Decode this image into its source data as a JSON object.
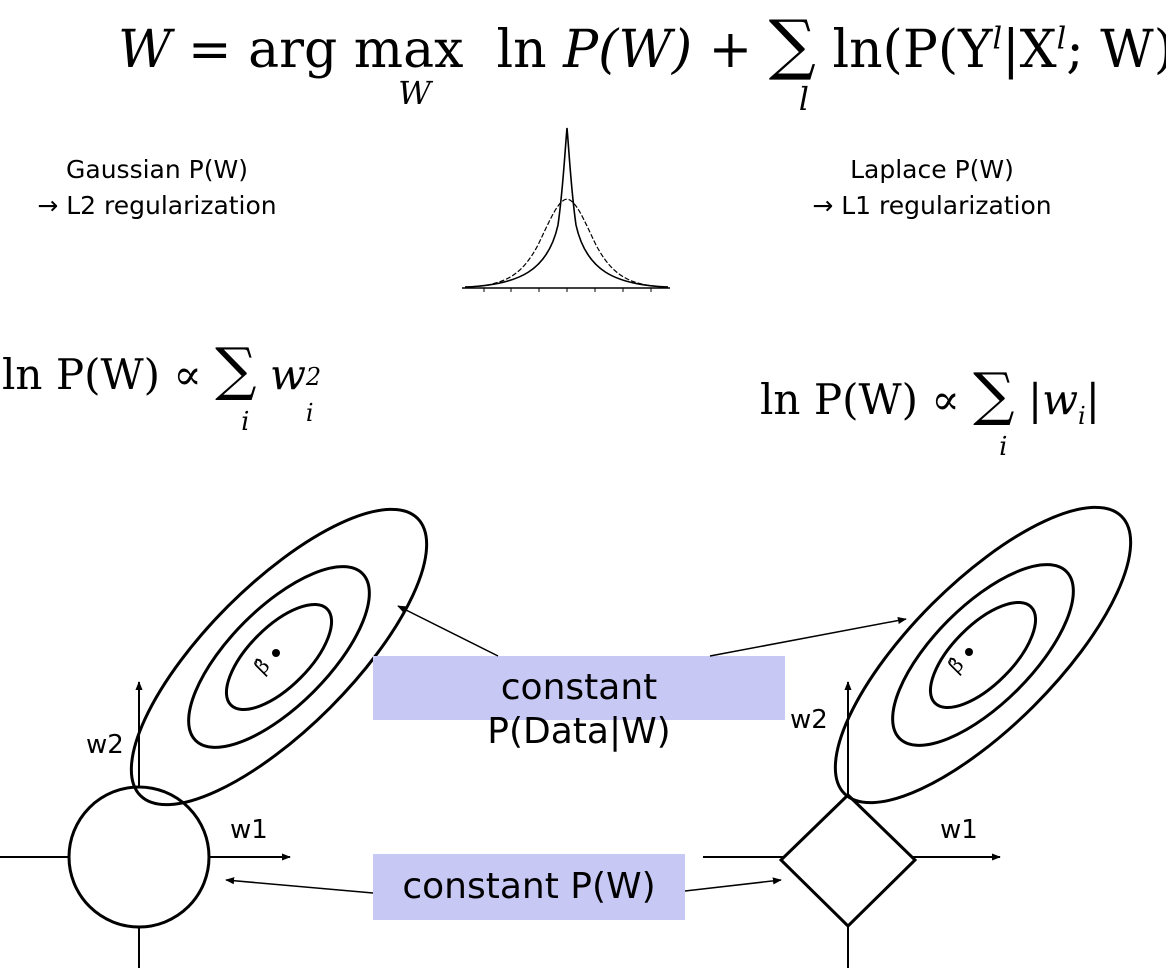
{
  "equation_main": {
    "lhs": "W",
    "eq": "=",
    "argmax": "arg max",
    "argmax_sub": "W",
    "ln": "ln",
    "pw": "P(W)",
    "plus": "+",
    "sum": "∑",
    "sum_sub": "l",
    "rest": "ln(P(Y",
    "sup1": "l",
    "bar": "|X",
    "sup2": "l",
    "tail": "; W)"
  },
  "left_prior": {
    "line1": "Gaussian P(W)",
    "line2": "→ L2 regularization"
  },
  "right_prior": {
    "line1": "Laplace P(W)",
    "line2": "→ L1 regularization"
  },
  "eq_left": {
    "lnp": "ln P(W) ∝",
    "sum": "∑",
    "sub": "i",
    "term": "w",
    "term_sub": "i",
    "term_sup": "2"
  },
  "eq_right": {
    "lnp": "ln P(W) ∝",
    "sum": "∑",
    "sub": "i",
    "term": "|w",
    "term_sub": "i",
    "term_end": "|"
  },
  "axes": {
    "left_w1": "w1",
    "left_w2": "w2",
    "right_w1": "w1",
    "right_w2": "w2",
    "beta_hat": "β̂"
  },
  "boxes": {
    "data_line1": "constant",
    "data_line2": "P(Data|W)",
    "prior": "constant P(W)",
    "color": "#c8c8f5"
  }
}
